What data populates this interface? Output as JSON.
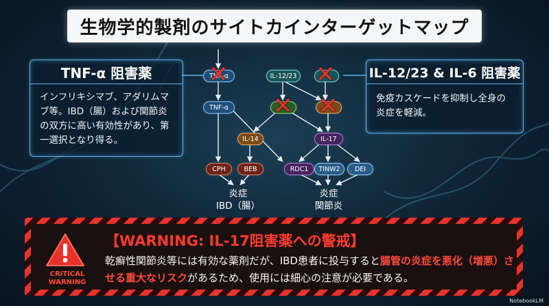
{
  "title": "生物学的製剤のサイトカインターゲットマップ",
  "left_panel": {
    "heading": "TNF-α 阻害薬",
    "body": "インフリキシマブ、アダリムマブ等。IBD（腸）および関節炎の双方に高い有効性があり、第一選択となり得る。"
  },
  "right_panel": {
    "heading": "IL-12/23 & IL-6 阻害薬",
    "body": "免疫カスケードを抑制し全身の炎症を軽減。"
  },
  "diagram": {
    "nodes": {
      "tnf_top": "TNF-α",
      "tnf_mid": "TNF-α",
      "il1223": "IL-12/23",
      "il6_top": "",
      "il14": "IL-14",
      "il17": "IL-17",
      "cph": "CPH",
      "beb": "BEB",
      "rdc1": "RDC1",
      "tinw2": "TINW2",
      "dei": "DEI",
      "mid_green": "",
      "mid_orange": ""
    },
    "outcomes": {
      "left": "炎症\nIBD（腸）",
      "right": "炎症\n関節炎"
    },
    "colors": {
      "blocked": "#e8322a",
      "panel_border": "#5fb3e6"
    }
  },
  "warning": {
    "title": "【WARNING: IL-17阻害薬への警戒】",
    "body_start": "乾癬性関節炎等には有効な薬剤だが、IBD患者に投与すると",
    "body_highlight": "腸管の炎症を悪化（増悪）させる重大なリスク",
    "body_end": "があるため、使用には細心の注意が必要である。",
    "badge_line1": "CRITICAL",
    "badge_line2": "WARNING",
    "icon": "warning-triangle-icon",
    "accent": "#ff3b30"
  },
  "brand": "NotebookLM"
}
